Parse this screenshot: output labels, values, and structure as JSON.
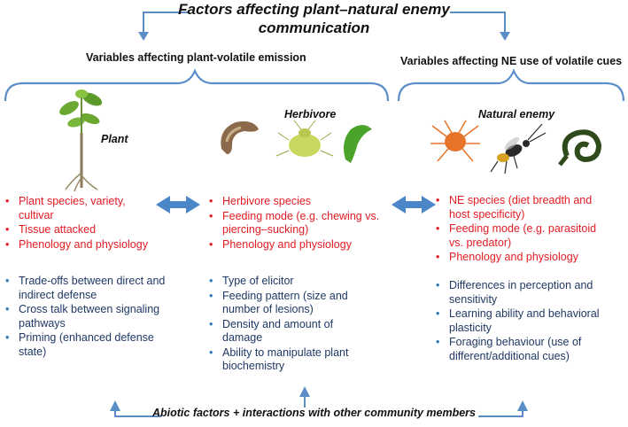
{
  "title_line1": "Factors affecting plant–natural enemy",
  "title_line2": "communication",
  "left_heading": "Variables affecting plant-volatile emission",
  "right_heading": "Variables affecting NE use of volatile cues",
  "columns": {
    "plant": {
      "title": "Plant",
      "red": [
        "Plant species, variety, cultivar",
        "Tissue attacked",
        "Phenology and physiology"
      ],
      "blue": [
        "Trade-offs between direct and indirect defense",
        "Cross talk between signaling pathways",
        "Priming (enhanced defense state)"
      ]
    },
    "herbivore": {
      "title": "Herbivore",
      "red": [
        "Herbivore species",
        "Feeding mode (e.g. chewing vs. piercing–sucking)",
        "Phenology and physiology"
      ],
      "blue": [
        "Type of elicitor",
        "Feeding pattern (size and number of lesions)",
        "Density and amount of damage",
        "Ability to manipulate plant biochemistry"
      ]
    },
    "natural_enemy": {
      "title": "Natural enemy",
      "red": [
        "NE species (diet breadth and host specificity)",
        "Feeding mode (e.g. parasitoid vs. predator)",
        "Phenology and physiology"
      ],
      "blue": [
        "Differences in perception and sensitivity",
        "Learning ability and behavioral plasticity",
        "Foraging behaviour (use of different/additional cues)"
      ]
    }
  },
  "bottom_text": "Abiotic factors + interactions with other community members",
  "colors": {
    "red": "#e31b23",
    "blue_text": "#1f3864",
    "bracket": "#5b8ec9",
    "arrow": "#4a86c8"
  },
  "icons": [
    "plant-seedling-icon",
    "caterpillar-icon",
    "aphid-icon",
    "green-caterpillar-icon",
    "mite-icon",
    "wasp-icon",
    "coiled-larva-icon"
  ]
}
